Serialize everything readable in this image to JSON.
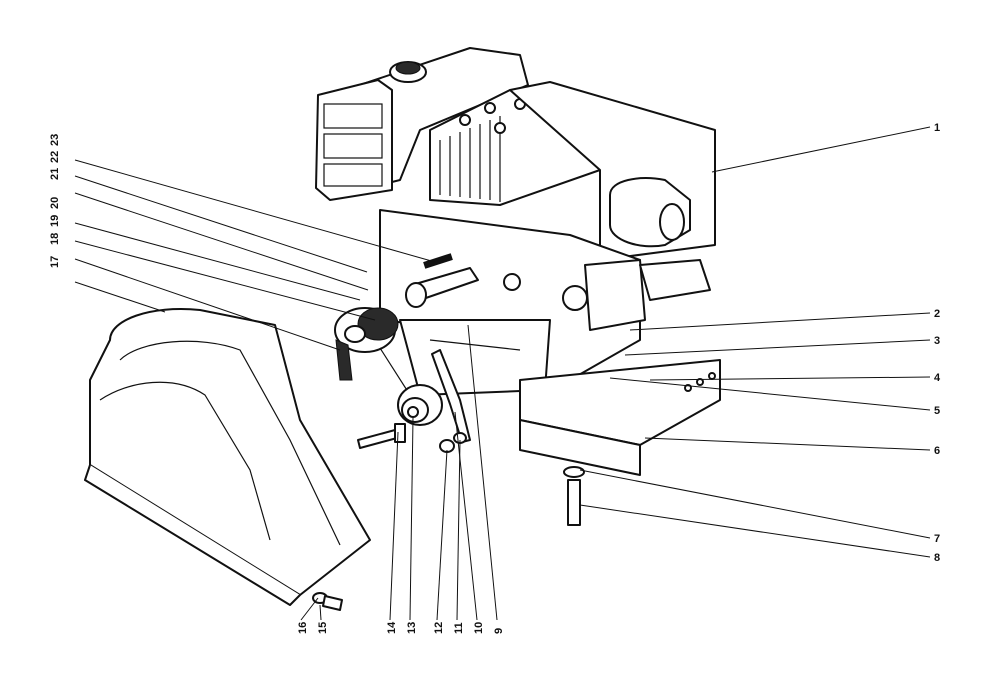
{
  "parts": [
    {
      "id": "p1",
      "label": "1"
    },
    {
      "id": "p2",
      "label": "2"
    },
    {
      "id": "p3",
      "label": "3"
    },
    {
      "id": "p4",
      "label": "4"
    },
    {
      "id": "p5",
      "label": "5"
    },
    {
      "id": "p6",
      "label": "6"
    },
    {
      "id": "p7",
      "label": "7"
    },
    {
      "id": "p8",
      "label": "8"
    },
    {
      "id": "p9",
      "label": "9"
    },
    {
      "id": "p10",
      "label": "10"
    },
    {
      "id": "p11",
      "label": "11"
    },
    {
      "id": "p12",
      "label": "12"
    },
    {
      "id": "p13",
      "label": "13"
    },
    {
      "id": "p14",
      "label": "14"
    },
    {
      "id": "p15",
      "label": "15"
    },
    {
      "id": "p16",
      "label": "16"
    },
    {
      "id": "p17",
      "label": "17"
    },
    {
      "id": "p18",
      "label": "18"
    },
    {
      "id": "p19",
      "label": "19"
    },
    {
      "id": "p20",
      "label": "20"
    },
    {
      "id": "p21",
      "label": "21"
    },
    {
      "id": "p22",
      "label": "22"
    },
    {
      "id": "p23",
      "label": "23"
    }
  ]
}
